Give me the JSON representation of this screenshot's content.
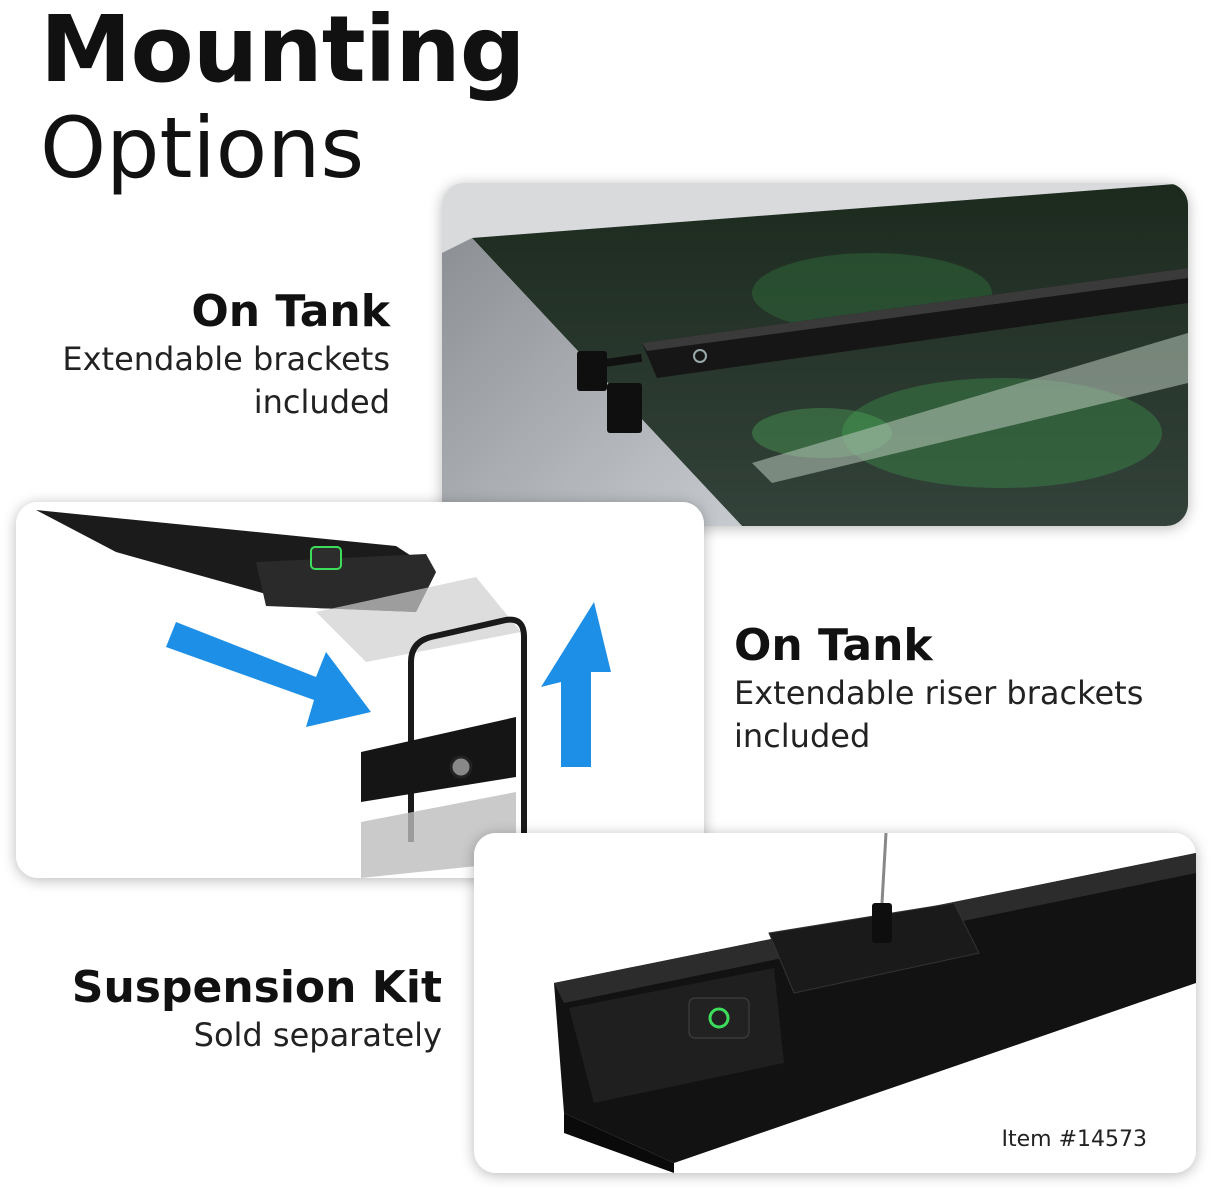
{
  "title": {
    "line1": "Mounting",
    "line2": "Options"
  },
  "options": [
    {
      "heading": "On Tank",
      "sub1": "Extendable brackets",
      "sub2": "included"
    },
    {
      "heading": "On Tank",
      "sub1": "Extendable riser brackets",
      "sub2": "included"
    },
    {
      "heading": "Suspension Kit",
      "sub1": "Sold separately"
    }
  ],
  "item_number": "Item #14573",
  "colors": {
    "arrow_blue": "#1e8fe6",
    "power_green": "#3ddc5a",
    "fixture_black": "#141414"
  }
}
